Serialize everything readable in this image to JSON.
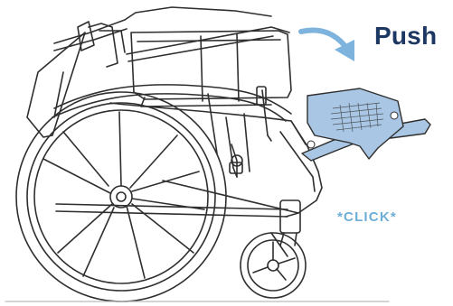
{
  "labels": {
    "push": "Push",
    "click": "*CLICK*"
  },
  "colors": {
    "push_text": "#1d3763",
    "arrow": "#7eb3dd",
    "click_text": "#6eaed6",
    "footrest": "#a9c6e4",
    "line_art": "#2f2f2f"
  },
  "icons": {
    "arrow": "curved-down-right-arrow",
    "illustration": "folded-wheelchair-line-art"
  }
}
